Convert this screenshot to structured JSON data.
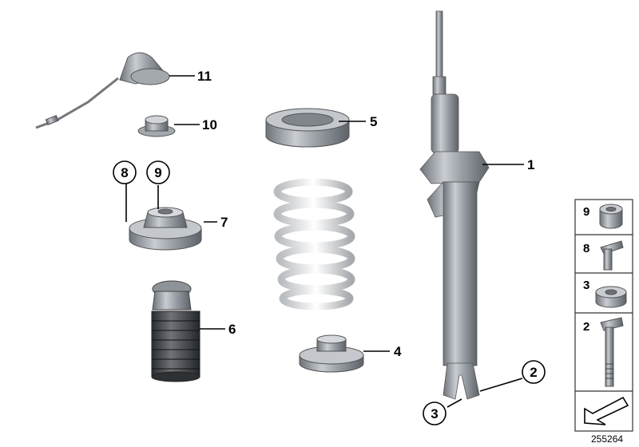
{
  "diagram": {
    "callouts": [
      {
        "id": "c1",
        "label": "1"
      },
      {
        "id": "c2",
        "label": "2"
      },
      {
        "id": "c3",
        "label": "3"
      },
      {
        "id": "c4",
        "label": "4"
      },
      {
        "id": "c5",
        "label": "5"
      },
      {
        "id": "c6",
        "label": "6"
      },
      {
        "id": "c7",
        "label": "7"
      },
      {
        "id": "c8",
        "label": "8"
      },
      {
        "id": "c9",
        "label": "9"
      },
      {
        "id": "c10",
        "label": "10"
      },
      {
        "id": "c11",
        "label": "11"
      }
    ],
    "legend": [
      {
        "label": "9",
        "part": "nut-icon"
      },
      {
        "label": "8",
        "part": "flange-bolt-icon"
      },
      {
        "label": "3",
        "part": "hex-nut-icon"
      },
      {
        "label": "2",
        "part": "long-bolt-icon"
      }
    ],
    "doc_number": "255264"
  }
}
